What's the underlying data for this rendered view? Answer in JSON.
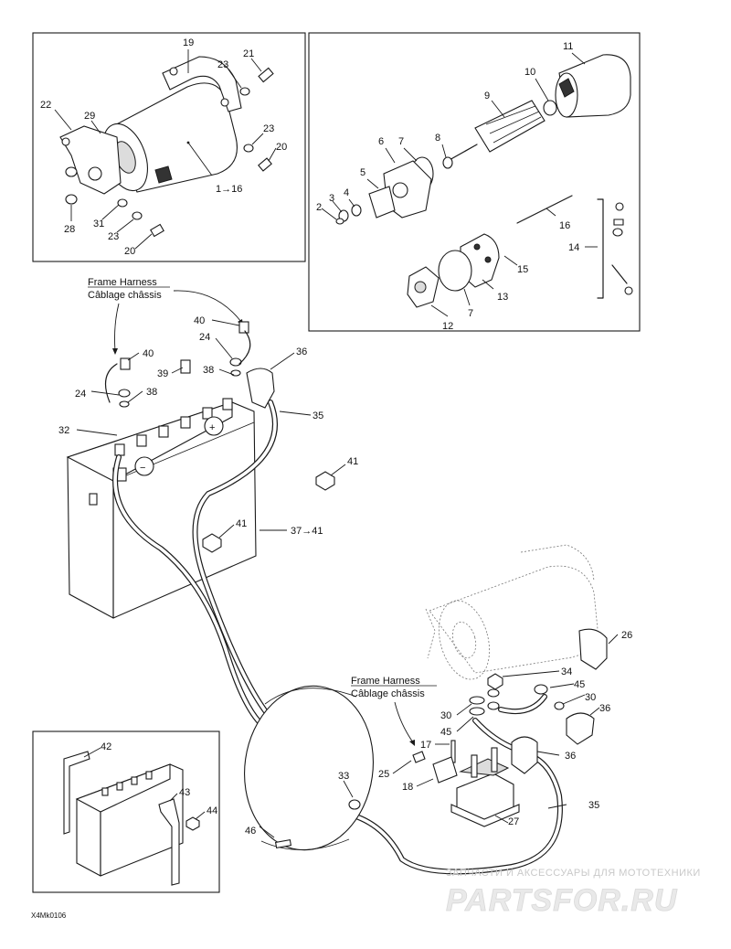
{
  "harness_labels": [
    {
      "en": "Frame Harness",
      "fr": "Câblage châssis"
    },
    {
      "en": "Frame Harness",
      "fr": "Câblage châssis"
    }
  ],
  "callouts": {
    "c1": "1",
    "c2": "2",
    "c3": "3",
    "c4": "4",
    "c5": "5",
    "c6": "6",
    "c7a": "7",
    "c7b": "7",
    "c8": "8",
    "c9": "9",
    "c10": "10",
    "c11": "11",
    "c12": "12",
    "c13": "13",
    "c14": "14",
    "c15": "15",
    "c16": "16",
    "c17": "17",
    "c18": "18",
    "c19": "19",
    "c20a": "20",
    "c20b": "20",
    "c21": "21",
    "c22": "22",
    "c23a": "23",
    "c23b": "23",
    "c23c": "23",
    "c24a": "24",
    "c24b": "24",
    "c25": "25",
    "c26": "26",
    "c27": "27",
    "c28": "28",
    "c29": "29",
    "c30a": "30",
    "c30b": "30",
    "c31": "31",
    "c32": "32",
    "c33": "33",
    "c34": "34",
    "c35a": "35",
    "c35b": "35",
    "c36a": "36",
    "c36b": "36",
    "c36c": "36",
    "c37": "37",
    "c38a": "38",
    "c38b": "38",
    "c39": "39",
    "c40a": "40",
    "c40b": "40",
    "c41a": "41",
    "c41b": "41",
    "c41c": "41",
    "c42": "42",
    "c43": "43",
    "c44": "44",
    "c45a": "45",
    "c45b": "45",
    "c46": "46"
  },
  "range_labels": {
    "one_to_sixteen": "1→16",
    "thirtyseven_to_fortyone": "37→41"
  },
  "battery_symbols": {
    "plus": "+",
    "minus": "−"
  },
  "figure_code": "X4Mk0106",
  "watermark": {
    "text": "ЗАПЧАСТИ И АКСЕССУАРЫ ДЛЯ МОТОТЕХНИКИ",
    "logo": "PARTSFOR.RU"
  }
}
